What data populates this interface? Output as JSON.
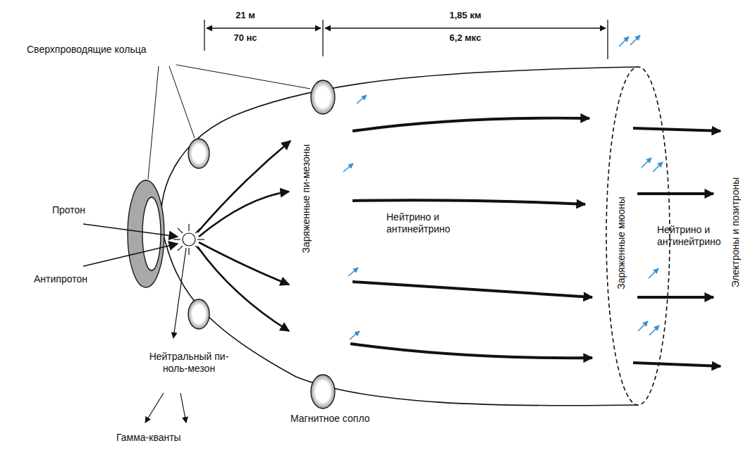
{
  "diagram": {
    "labels": [
      "Сверхпроводящие кольца",
      "21 м",
      "70 нс",
      "1,85 км",
      "6,2 мкс",
      "Протон",
      "Антипротон",
      "Заряженные пи-мезоны",
      "Нейтрино и антинейтрино",
      "Заряженные мюоны",
      "Нейтрино и антинейтрино",
      "Электроны и позитроны",
      "Нейтральный пи-ноль-мезон",
      "Гамма-кванты",
      "Магнитное сопло"
    ]
  }
}
